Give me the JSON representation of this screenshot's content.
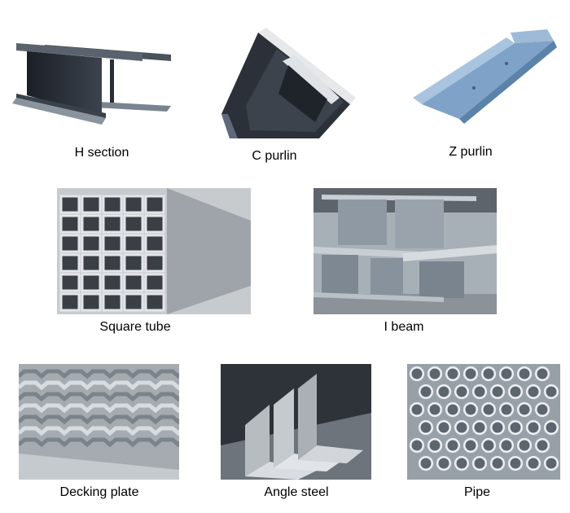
{
  "products": [
    {
      "id": "h-section",
      "label": "H section"
    },
    {
      "id": "c-purlin",
      "label": "C purlin"
    },
    {
      "id": "z-purlin",
      "label": "Z purlin"
    },
    {
      "id": "square-tube",
      "label": "Square tube"
    },
    {
      "id": "i-beam",
      "label": "I beam"
    },
    {
      "id": "decking-plate",
      "label": "Decking plate"
    },
    {
      "id": "angle-steel",
      "label": "Angle steel"
    },
    {
      "id": "pipe",
      "label": "Pipe"
    }
  ],
  "colors": {
    "steel_dark": "#2f353e",
    "steel_mid": "#7f8a95",
    "steel_light": "#c9d0d6",
    "z_purlin_blue": "#7fa3c8",
    "galvanized": "#b8bec4"
  }
}
